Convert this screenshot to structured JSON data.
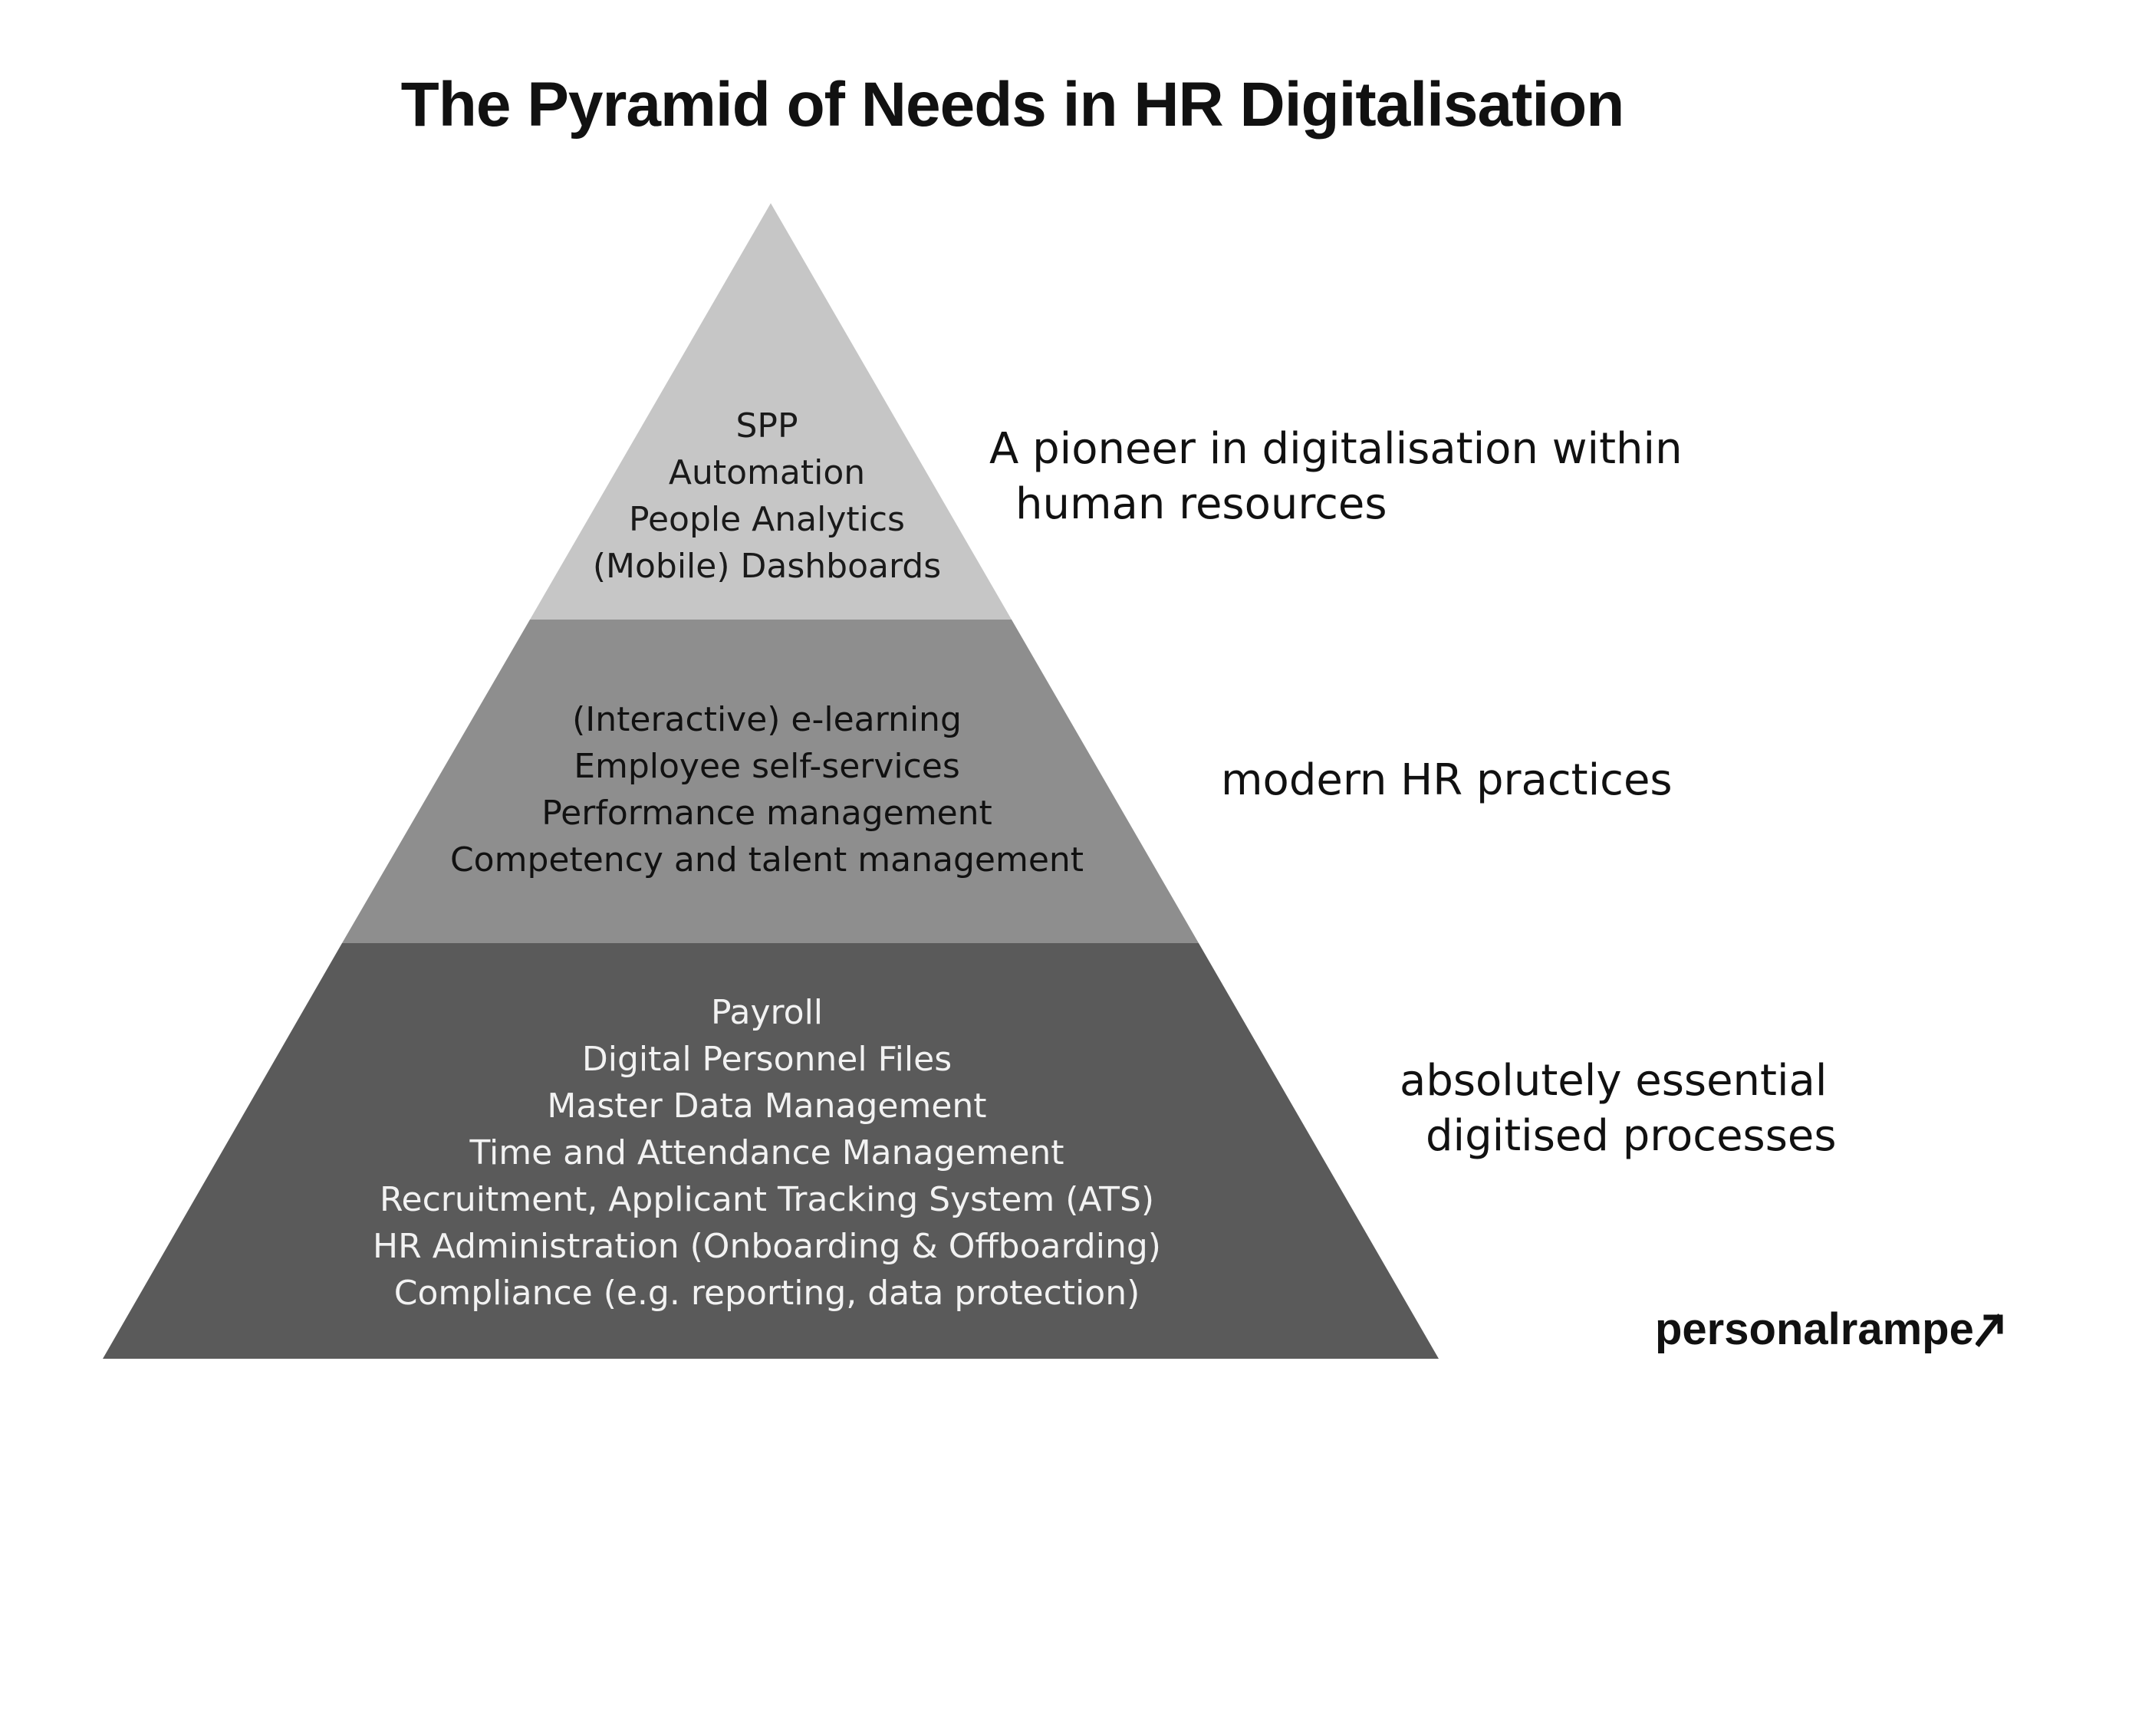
{
  "title": "The Pyramid of Needs in HR Digitalisation",
  "pyramid": {
    "tiers": [
      {
        "level": "top",
        "fill": "#c6c6c6",
        "text_color": "#1a1a1a",
        "items": [
          "SPP",
          "Automation",
          "People Analytics",
          "(Mobile) Dashboards"
        ],
        "label_lines": [
          "A pioneer in digitalisation within",
          "human resources"
        ]
      },
      {
        "level": "middle",
        "fill": "#8e8e8e",
        "text_color": "#111111",
        "items": [
          "(Interactive) e-learning",
          "Employee self-services",
          "Performance management",
          "Competency and talent management"
        ],
        "label_lines": [
          "modern HR practices"
        ]
      },
      {
        "level": "base",
        "fill": "#5a5a5a",
        "text_color": "#f2f2f2",
        "items": [
          "Payroll",
          "Digital Personnel Files",
          "Master Data Management",
          "Time and Attendance Management",
          "Recruitment, Applicant Tracking System (ATS)",
          "HR Administration (Onboarding & Offboarding)",
          "Compliance (e.g. reporting, data protection)"
        ],
        "label_lines": [
          "absolutely essential",
          "digitised processes"
        ]
      }
    ]
  },
  "brand": {
    "name": "personalrampe",
    "icon": "rising-arrow-icon"
  }
}
